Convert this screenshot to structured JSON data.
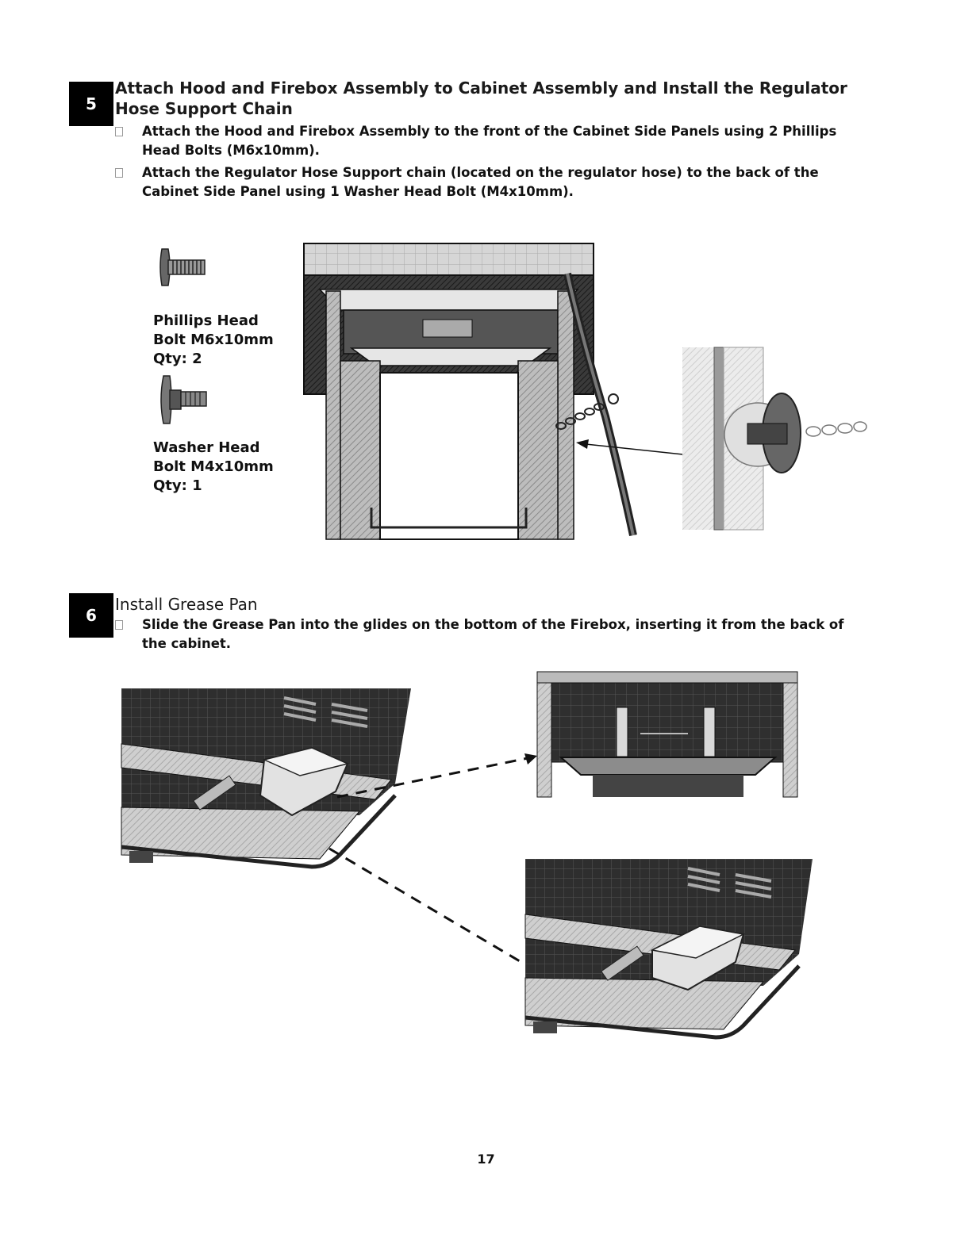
{
  "step5": {
    "number": "5",
    "title": "Attach Hood and Firebox Assembly to Cabinet Assembly and Install the Regulator Hose Support Chain",
    "bullets": [
      "Attach the Hood and Firebox Assembly to the front of the Cabinet Side Panels using 2 Phillips Head Bolts (M6x10mm).",
      "Attach the Regulator Hose Support chain (located on the regulator hose) to the back of the Cabinet Side Panel using 1 Washer Head Bolt (M4x10mm)."
    ],
    "parts": [
      {
        "line1": "Phillips Head",
        "line2": "Bolt M6x10mm",
        "line3": "Qty: 2"
      },
      {
        "line1": "Washer Head",
        "line2": "Bolt M4x10mm",
        "line3": "Qty: 1"
      }
    ]
  },
  "step6": {
    "number": "6",
    "title": "Install Grease Pan",
    "bullets": [
      "Slide the Grease Pan into the glides on the bottom of the Firebox, inserting it from the back of the cabinet."
    ]
  },
  "page_number": "17"
}
